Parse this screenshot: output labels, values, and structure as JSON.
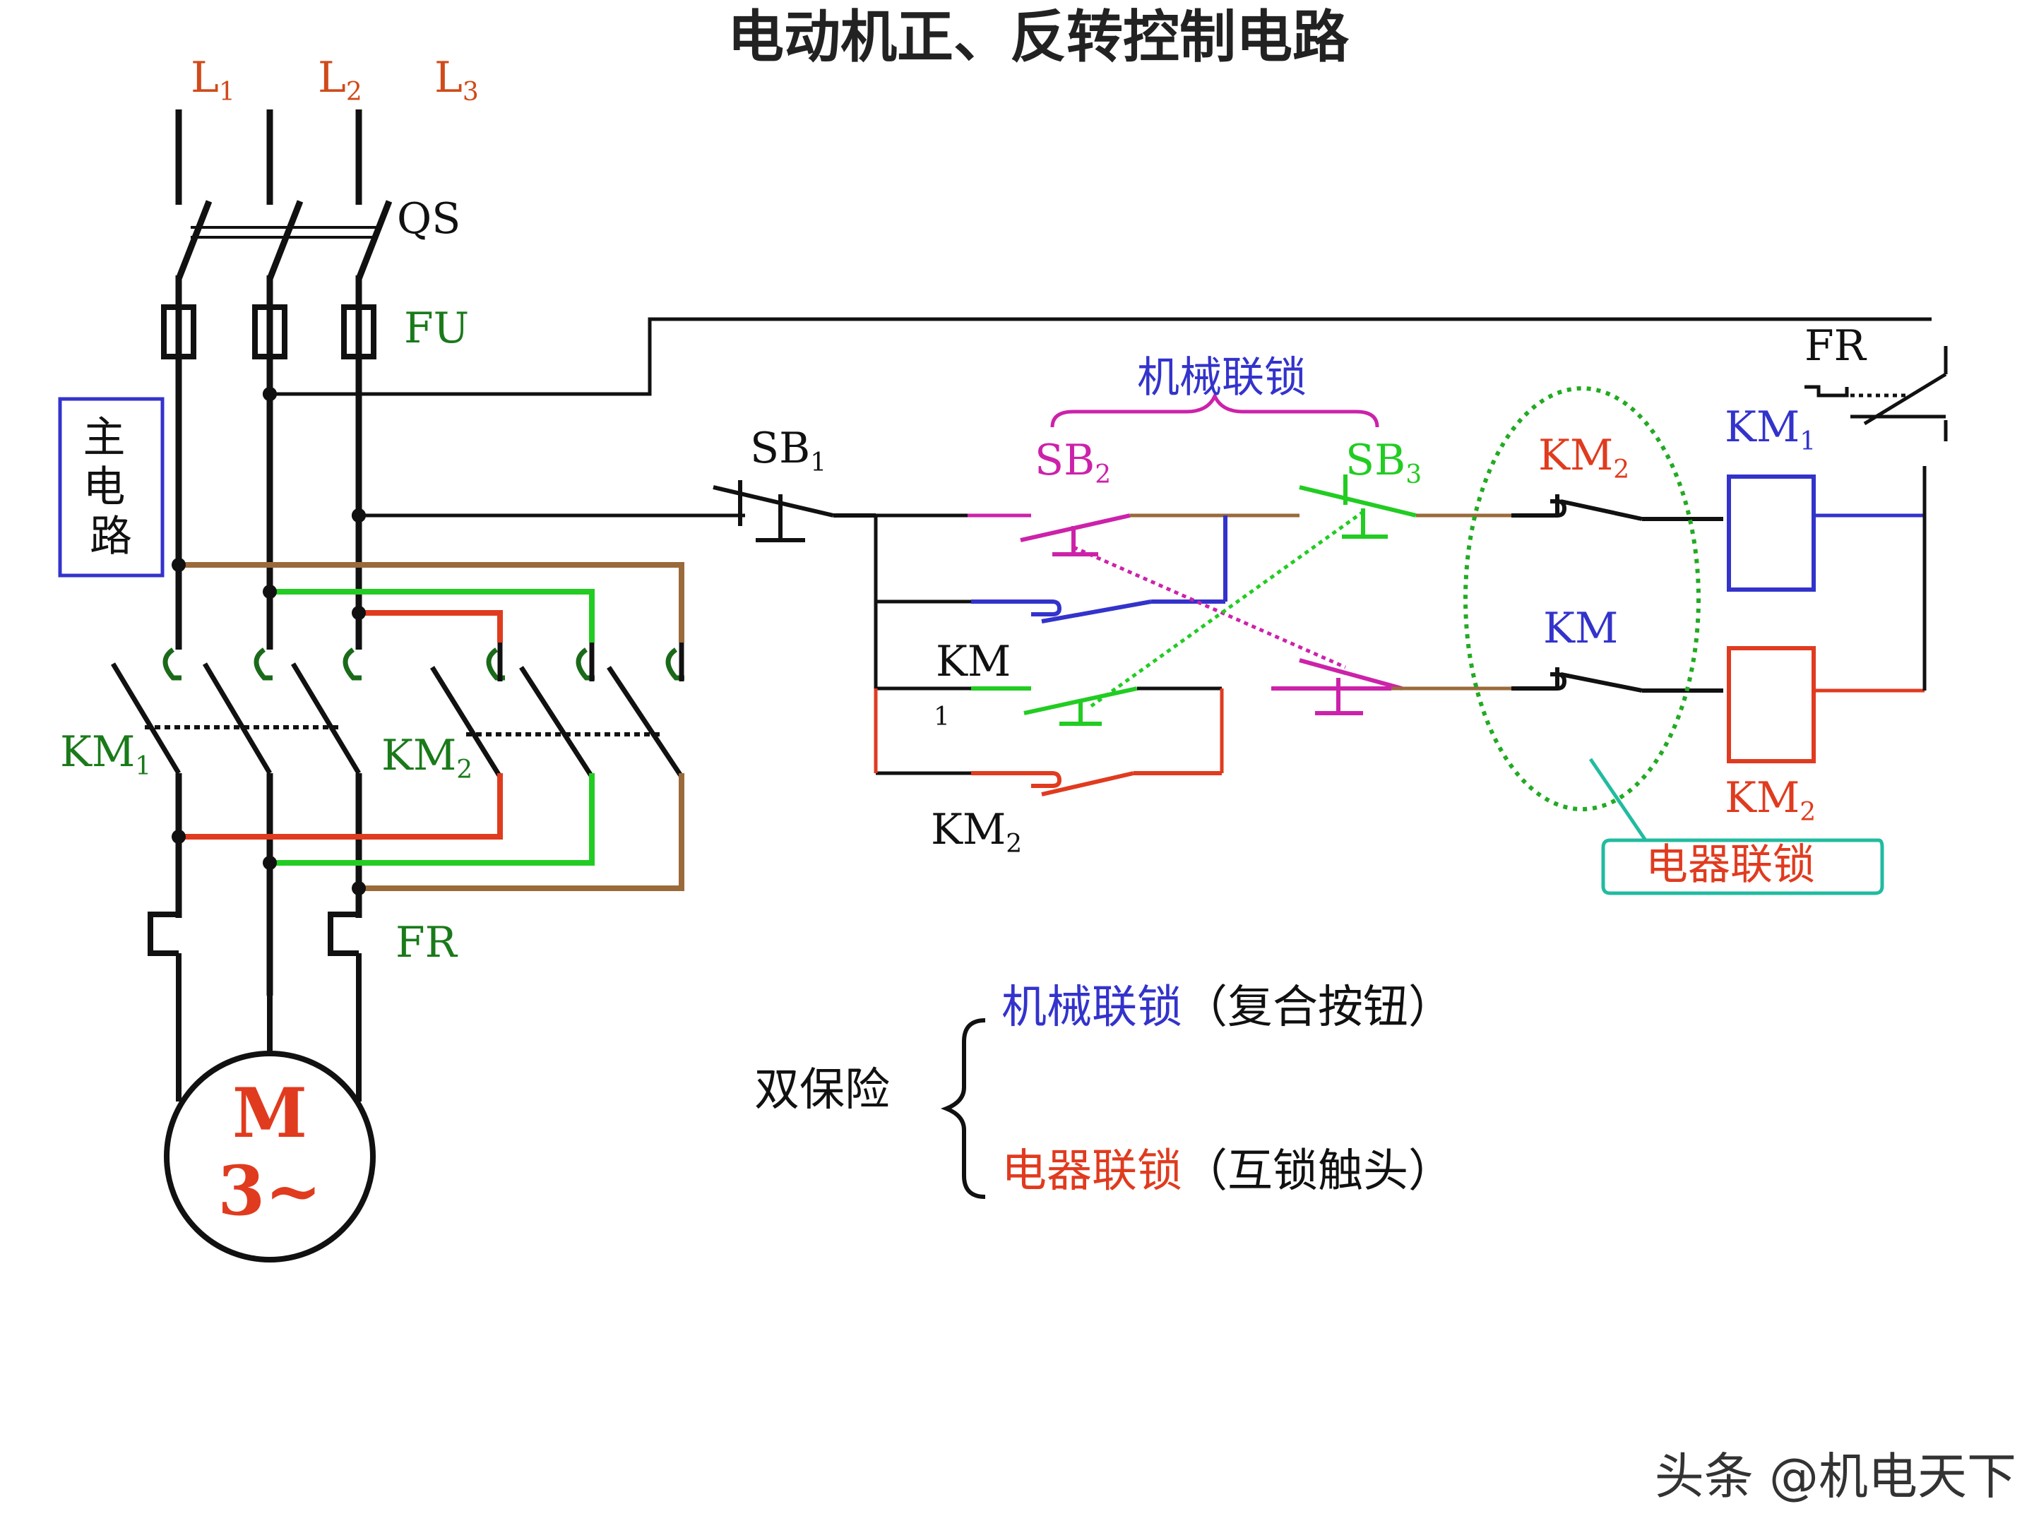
{
  "title": "电动机正、反转控制电路",
  "labels": {
    "L1": "L",
    "L1_sub": "1",
    "L2": "L",
    "L2_sub": "2",
    "L3": "L",
    "L3_sub": "3",
    "QS": "QS",
    "FU": "FU",
    "main_circuit": [
      "主",
      "电",
      "路"
    ],
    "KM1_main": "KM",
    "KM1_main_sub": "1",
    "KM2_main": "KM",
    "KM2_main_sub": "2",
    "FR_main": "FR",
    "motor_M": "M",
    "motor_phase": "3~",
    "SB1": "SB",
    "SB1_sub": "1",
    "SB2": "SB",
    "SB2_sub": "2",
    "SB3": "SB",
    "SB3_sub": "3",
    "mech_interlock": "机械联锁",
    "KM1_self": "KM",
    "KM1_self_sub": "1",
    "KM2_self": "KM",
    "KM2_self_sub": "2",
    "KM2_interlock": "KM",
    "KM2_interlock_sub": "2",
    "KM_interlock": "KM",
    "KM1_coil": "KM",
    "KM1_coil_sub": "1",
    "KM2_coil": "KM",
    "KM2_coil_sub": "2",
    "FR_ctrl": "FR",
    "elec_interlock": "电器联锁"
  },
  "summary": {
    "lead": "双保险",
    "line1_a": "机械联锁",
    "line1_b": "（复合按钮）",
    "line2_a": "电器联锁",
    "line2_b": "（互锁触头）"
  },
  "watermark": "头条 @机电天下",
  "colors": {
    "black": "#111111",
    "green_label": "#1a7a1a",
    "orange_label": "#d04a1a",
    "blue": "#3333cc",
    "red": "#e03b1f",
    "bright_green": "#22cc22",
    "brown": "#9a6a3a",
    "magenta": "#cc22aa",
    "teal": "#22bba0"
  }
}
